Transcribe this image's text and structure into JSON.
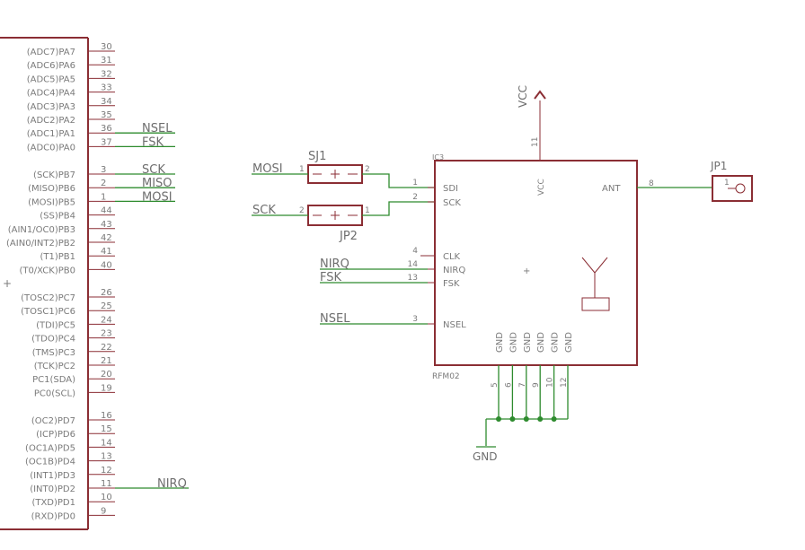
{
  "mcu": {
    "port_a": [
      {
        "sig": "(ADC7)PA7",
        "num": "30"
      },
      {
        "sig": "(ADC6)PA6",
        "num": "31"
      },
      {
        "sig": "(ADC5)PA5",
        "num": "32"
      },
      {
        "sig": "(ADC4)PA4",
        "num": "33"
      },
      {
        "sig": "(ADC3)PA3",
        "num": "34"
      },
      {
        "sig": "(ADC2)PA2",
        "num": "35"
      },
      {
        "sig": "(ADC1)PA1",
        "num": "36",
        "net": "NSEL"
      },
      {
        "sig": "(ADC0)PA0",
        "num": "37",
        "net": "FSK"
      }
    ],
    "port_b": [
      {
        "sig": "(SCK)PB7",
        "num": "3",
        "net": "SCK"
      },
      {
        "sig": "(MISO)PB6",
        "num": "2",
        "net": "MISO"
      },
      {
        "sig": "(MOSI)PB5",
        "num": "1",
        "net": "MOSI"
      },
      {
        "sig": "(SS)PB4",
        "num": "44"
      },
      {
        "sig": "(AIN1/OC0)PB3",
        "num": "43"
      },
      {
        "sig": "(AIN0/INT2)PB2",
        "num": "42"
      },
      {
        "sig": "(T1)PB1",
        "num": "41"
      },
      {
        "sig": "(T0/XCK)PB0",
        "num": "40"
      }
    ],
    "port_c": [
      {
        "sig": "(TOSC2)PC7",
        "num": "26"
      },
      {
        "sig": "(TOSC1)PC6",
        "num": "25"
      },
      {
        "sig": "(TDI)PC5",
        "num": "24"
      },
      {
        "sig": "(TDO)PC4",
        "num": "23"
      },
      {
        "sig": "(TMS)PC3",
        "num": "22"
      },
      {
        "sig": "(TCK)PC2",
        "num": "21"
      },
      {
        "sig": "PC1(SDA)",
        "num": "20"
      },
      {
        "sig": "PC0(SCL)",
        "num": "19"
      }
    ],
    "port_d": [
      {
        "sig": "(OC2)PD7",
        "num": "16"
      },
      {
        "sig": "(ICP)PD6",
        "num": "15"
      },
      {
        "sig": "(OC1A)PD5",
        "num": "14"
      },
      {
        "sig": "(OC1B)PD4",
        "num": "13"
      },
      {
        "sig": "(INT1)PD3",
        "num": "12"
      },
      {
        "sig": "(INT0)PD2",
        "num": "11",
        "net": "NIRQ"
      },
      {
        "sig": "(TXD)PD1",
        "num": "10"
      },
      {
        "sig": "(RXD)PD0",
        "num": "9"
      }
    ]
  },
  "sj1": {
    "name": "SJ1",
    "pin1": "1",
    "pin2": "2",
    "net": "MOSI"
  },
  "jp2": {
    "name": "JP2",
    "pin1": "1",
    "pin2": "2",
    "net": "SCK"
  },
  "ic3": {
    "name": "IC3",
    "value": "RFM02",
    "vcc_label": "VCC",
    "vcc_pin": "11",
    "supply": "VCC",
    "ant_label": "ANT",
    "ant_pin": "8",
    "left_pins": [
      {
        "sig": "SDI",
        "num": "1"
      },
      {
        "sig": "SCK",
        "num": "2"
      },
      {
        "sig": "CLK",
        "num": "4"
      },
      {
        "sig": "NIRQ",
        "num": "14",
        "net": "NIRQ"
      },
      {
        "sig": "FSK",
        "num": "13",
        "net": "FSK"
      },
      {
        "sig": "NSEL",
        "num": "3",
        "net": "NSEL"
      }
    ],
    "gnd_pins": [
      {
        "sig": "GND",
        "num": "5"
      },
      {
        "sig": "GND",
        "num": "6"
      },
      {
        "sig": "GND",
        "num": "7"
      },
      {
        "sig": "GND",
        "num": "9"
      },
      {
        "sig": "GND",
        "num": "10"
      },
      {
        "sig": "GND",
        "num": "12"
      }
    ],
    "ground": "GND"
  },
  "jp1": {
    "name": "JP1",
    "pin": "1"
  },
  "colors": {
    "part": "#8b2e34",
    "wire": "#2e8b2e",
    "text": "#7a7a7a"
  }
}
